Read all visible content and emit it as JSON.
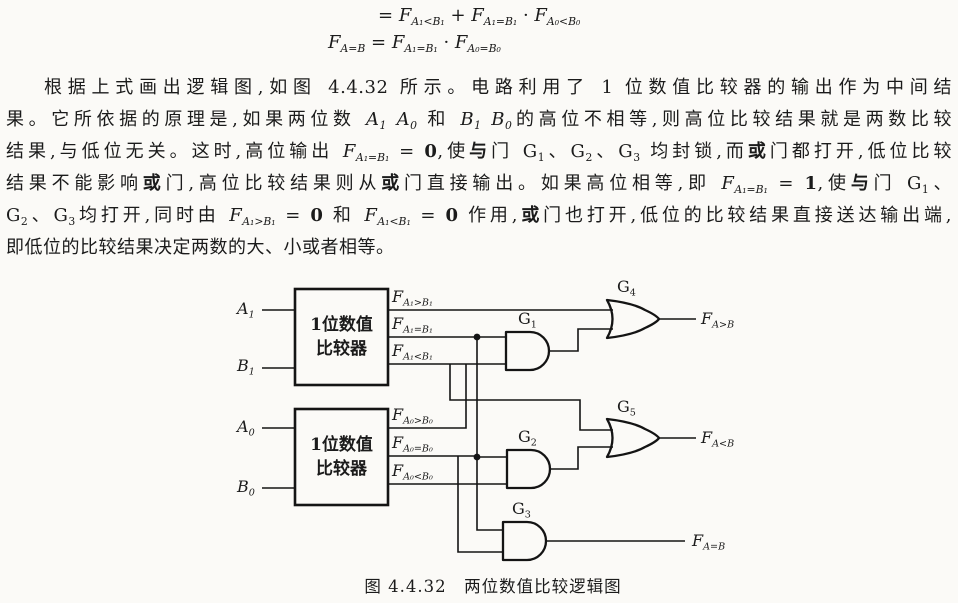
{
  "equations": {
    "line1": [
      [
        "t",
        "= "
      ],
      [
        "m",
        "F"
      ],
      [
        "s",
        "A₁<B₁"
      ],
      [
        "t",
        " + "
      ],
      [
        "m",
        "F"
      ],
      [
        "s",
        "A₁=B₁"
      ],
      [
        "t",
        " · "
      ],
      [
        "m",
        "F"
      ],
      [
        "s",
        "A₀<B₀"
      ]
    ],
    "line2": [
      [
        "m",
        "F"
      ],
      [
        "s",
        "A=B"
      ],
      [
        "t",
        " = "
      ],
      [
        "m",
        "F"
      ],
      [
        "s",
        "A₁=B₁"
      ],
      [
        "t",
        " · "
      ],
      [
        "m",
        "F"
      ],
      [
        "s",
        "A₀=B₀"
      ]
    ]
  },
  "paragraph": {
    "lines": [
      [
        [
          "t",
          "根据上式画出逻辑图,如图 4.4.32 所示。电路利用了 1 位数值比较器的输出作为中间结"
        ]
      ],
      [
        [
          "t",
          "果。它所依据的原理是,如果两位数 "
        ],
        [
          "m",
          "A"
        ],
        [
          "s",
          "1"
        ],
        [
          "t",
          " "
        ],
        [
          "m",
          "A"
        ],
        [
          "s",
          "0"
        ],
        [
          "t",
          " 和 "
        ],
        [
          "m",
          "B"
        ],
        [
          "s",
          "1"
        ],
        [
          "t",
          " "
        ],
        [
          "m",
          "B"
        ],
        [
          "s",
          "0"
        ],
        [
          "t",
          "的高位不相等,则高位比较结果就是两数比较"
        ]
      ],
      [
        [
          "t",
          "结果,与低位无关。这时,高位输出 "
        ],
        [
          "m",
          "F"
        ],
        [
          "s",
          "A₁=B₁"
        ],
        [
          "t",
          " = "
        ],
        [
          "b",
          "0"
        ],
        [
          "t",
          ",使"
        ],
        [
          "b",
          "与"
        ],
        [
          "t",
          "门 "
        ],
        [
          "u",
          "G"
        ],
        [
          "us",
          "1"
        ],
        [
          "t",
          "、"
        ],
        [
          "u",
          "G"
        ],
        [
          "us",
          "2"
        ],
        [
          "t",
          "、"
        ],
        [
          "u",
          "G"
        ],
        [
          "us",
          "3"
        ],
        [
          "t",
          " 均封锁,而"
        ],
        [
          "b",
          "或"
        ],
        [
          "t",
          "门都打开,低位比较"
        ]
      ],
      [
        [
          "t",
          "结果不能影响"
        ],
        [
          "b",
          "或"
        ],
        [
          "t",
          "门,高位比较结果则从"
        ],
        [
          "b",
          "或"
        ],
        [
          "t",
          "门直接输出。如果高位相等,即 "
        ],
        [
          "m",
          "F"
        ],
        [
          "s",
          "A₁=B₁"
        ],
        [
          "t",
          " = "
        ],
        [
          "b",
          "1"
        ],
        [
          "t",
          ",使"
        ],
        [
          "b",
          "与"
        ],
        [
          "t",
          "门 "
        ],
        [
          "u",
          "G"
        ],
        [
          "us",
          "1"
        ],
        [
          "t",
          "、"
        ]
      ],
      [
        [
          "u",
          "G"
        ],
        [
          "us",
          "2"
        ],
        [
          "t",
          "、"
        ],
        [
          "u",
          "G"
        ],
        [
          "us",
          "3"
        ],
        [
          "t",
          "均打开,同时由 "
        ],
        [
          "m",
          "F"
        ],
        [
          "s",
          "A₁>B₁"
        ],
        [
          "t",
          " = "
        ],
        [
          "b",
          "0"
        ],
        [
          "t",
          " 和 "
        ],
        [
          "m",
          "F"
        ],
        [
          "s",
          "A₁<B₁"
        ],
        [
          "t",
          " = "
        ],
        [
          "b",
          "0"
        ],
        [
          "t",
          " 作用,"
        ],
        [
          "b",
          "或"
        ],
        [
          "t",
          "门也打开,低位的比较结果直接送达输出端,"
        ]
      ],
      [
        [
          "t",
          "即低位的比较结果决定两数的大、小或者相等。"
        ]
      ]
    ]
  },
  "diagram": {
    "comparator1": {
      "line1": "1位数值",
      "line2": "比较器"
    },
    "comparator2": {
      "line1": "1位数值",
      "line2": "比较器"
    },
    "labels": {
      "a1": [
        [
          "m",
          "A"
        ],
        [
          "s",
          "1"
        ]
      ],
      "b1": [
        [
          "m",
          "B"
        ],
        [
          "s",
          "1"
        ]
      ],
      "a0": [
        [
          "m",
          "A"
        ],
        [
          "s",
          "0"
        ]
      ],
      "b0": [
        [
          "m",
          "B"
        ],
        [
          "s",
          "0"
        ]
      ],
      "f_a1_gt_b1": [
        [
          "m",
          "F"
        ],
        [
          "s",
          "A₁>B₁"
        ]
      ],
      "f_a1_eq_b1": [
        [
          "m",
          "F"
        ],
        [
          "s",
          "A₁=B₁"
        ]
      ],
      "f_a1_lt_b1": [
        [
          "m",
          "F"
        ],
        [
          "s",
          "A₁<B₁"
        ]
      ],
      "f_a0_gt_b0": [
        [
          "m",
          "F"
        ],
        [
          "s",
          "A₀>B₀"
        ]
      ],
      "f_a0_eq_b0": [
        [
          "m",
          "F"
        ],
        [
          "s",
          "A₀=B₀"
        ]
      ],
      "f_a0_lt_b0": [
        [
          "m",
          "F"
        ],
        [
          "s",
          "A₀<B₀"
        ]
      ],
      "g1": [
        [
          "u",
          "G"
        ],
        [
          "us",
          "1"
        ]
      ],
      "g2": [
        [
          "u",
          "G"
        ],
        [
          "us",
          "2"
        ]
      ],
      "g3": [
        [
          "u",
          "G"
        ],
        [
          "us",
          "3"
        ]
      ],
      "g4": [
        [
          "u",
          "G"
        ],
        [
          "us",
          "4"
        ]
      ],
      "g5": [
        [
          "u",
          "G"
        ],
        [
          "us",
          "5"
        ]
      ],
      "f_a_gt_b": [
        [
          "m",
          "F"
        ],
        [
          "s",
          "A>B"
        ]
      ],
      "f_a_lt_b": [
        [
          "m",
          "F"
        ],
        [
          "s",
          "A<B"
        ]
      ],
      "f_a_eq_b": [
        [
          "m",
          "F"
        ],
        [
          "s",
          "A=B"
        ]
      ]
    }
  },
  "caption": "图 4.4.32　两位数值比较逻辑图"
}
